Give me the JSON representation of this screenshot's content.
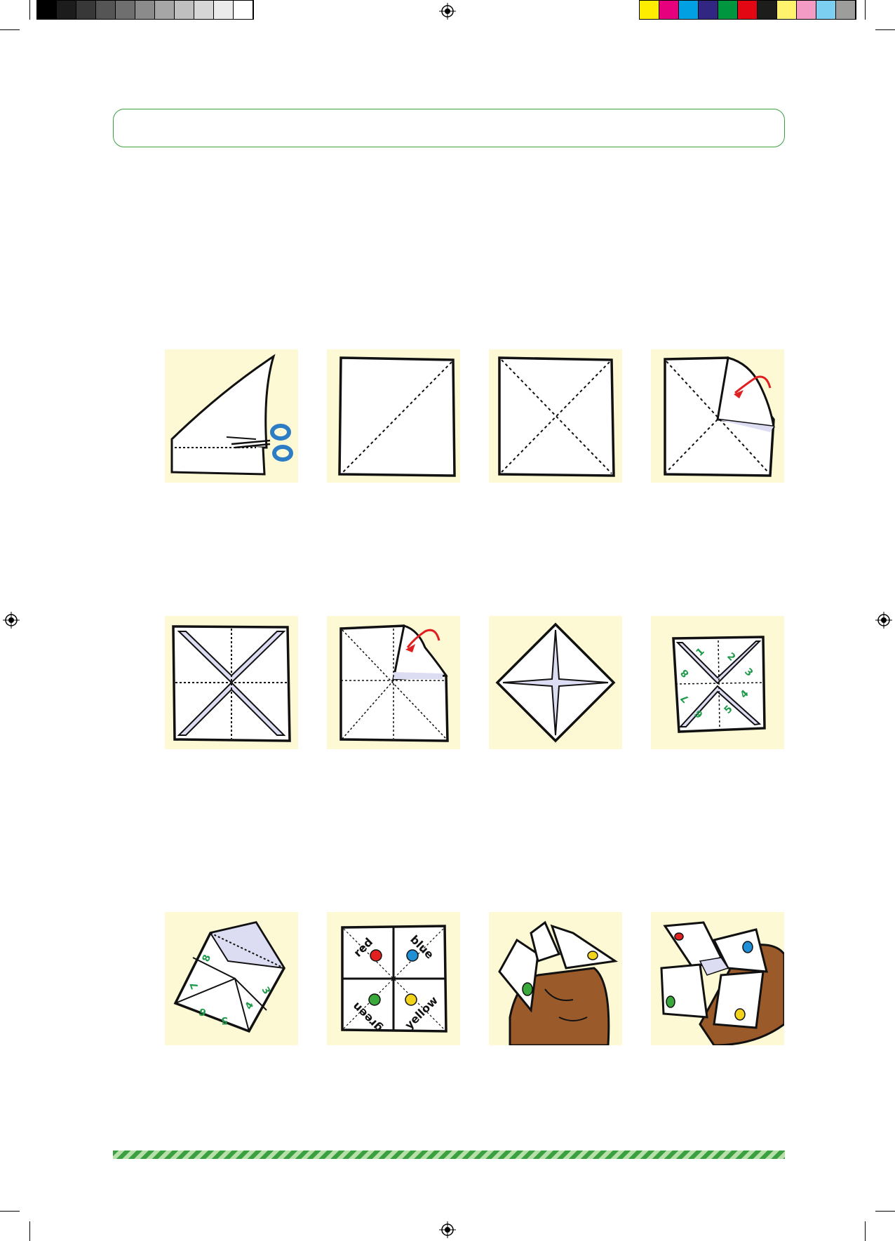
{
  "colors": {
    "accent": "#3aa040",
    "tile_background": "#fdf9d4",
    "fold_arrow": "#e02020",
    "number_green": "#1e9a4a",
    "hand_brown": "#9a5a2a",
    "shade_lavender": "#dcdcf2"
  },
  "print_marks": {
    "gray_swatches": [
      "#000000",
      "#1c1c1c",
      "#383838",
      "#555555",
      "#6f6f6f",
      "#8b8b8b",
      "#a6a6a6",
      "#bfbfbf",
      "#d6d6d6",
      "#ebebeb",
      "#ffffff"
    ],
    "color_swatches": [
      "#ffed00",
      "#e6007e",
      "#00a0e3",
      "#312783",
      "#009640",
      "#e30613",
      "#1d1d1b",
      "#fff36d",
      "#f39bc4",
      "#7dcff2",
      "#9d9d9c"
    ],
    "registration_icon": "crosshair-circle"
  },
  "header": {
    "title": ""
  },
  "steps": [
    {
      "id": 1,
      "icon": "scissors-cut-paper-icon"
    },
    {
      "id": 2,
      "icon": "diagonal-fold-icon"
    },
    {
      "id": 3,
      "icon": "x-crease-icon"
    },
    {
      "id": 4,
      "icon": "corner-fold-icon"
    },
    {
      "id": 5,
      "icon": "folded-square-icon"
    },
    {
      "id": 6,
      "icon": "second-corner-fold-icon"
    },
    {
      "id": 7,
      "icon": "diamond-fold-icon"
    },
    {
      "id": 8,
      "icon": "numbered-square-icon"
    },
    {
      "id": 9,
      "icon": "open-flap-icon"
    },
    {
      "id": 10,
      "icon": "colour-square-icon"
    },
    {
      "id": 11,
      "icon": "fortune-teller-hand-icon"
    },
    {
      "id": 12,
      "icon": "fortune-teller-open-icon"
    }
  ],
  "numbers": [
    "1",
    "2",
    "3",
    "4",
    "5",
    "6",
    "7",
    "8"
  ],
  "colour_words": {
    "red": "red",
    "blue": "blue",
    "green": "green",
    "yellow": "yellow"
  },
  "dot_colors": {
    "red": "#e32020",
    "blue": "#1f8fd6",
    "green": "#3aa83a",
    "yellow": "#f3d21a"
  }
}
